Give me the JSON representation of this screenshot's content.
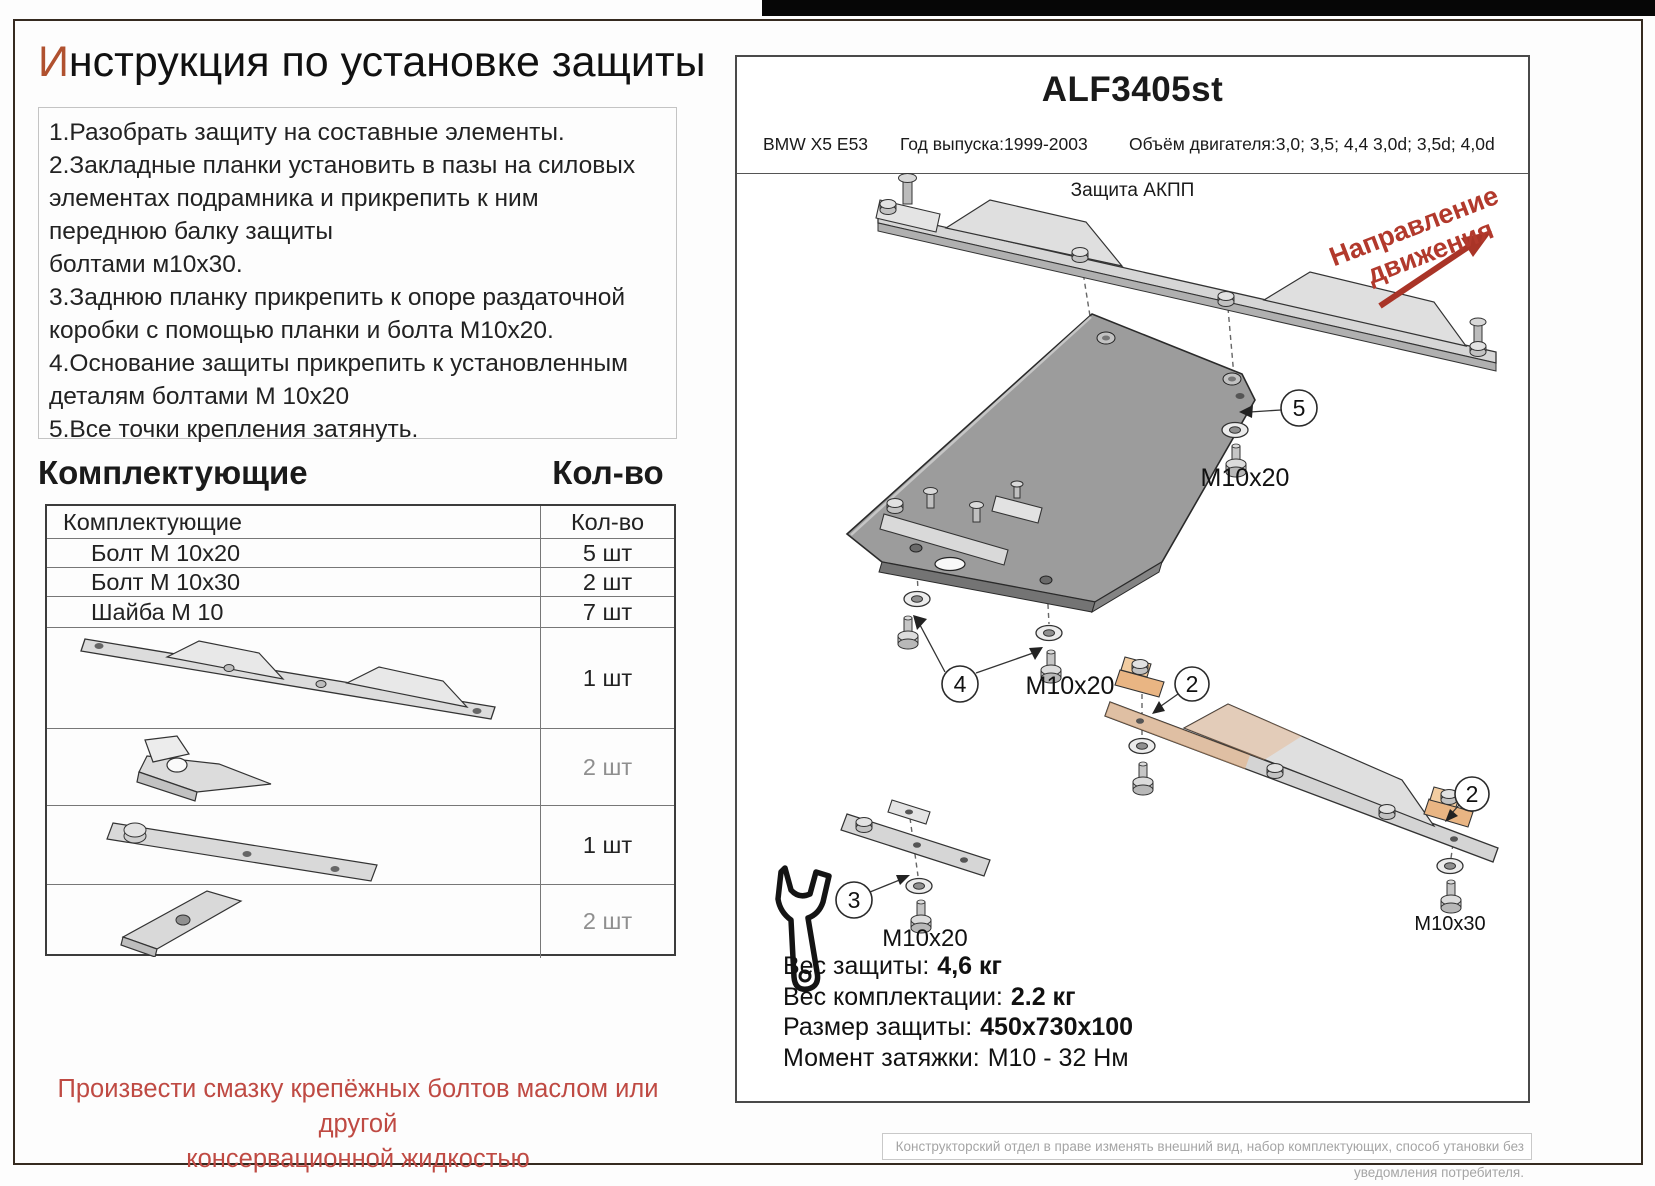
{
  "page": {
    "title_accent": "И",
    "title_rest": "нструкция по установке защиты",
    "instructions": [
      "1.Разобрать защиту на составные элементы.",
      "2.Закладные планки установить в пазы на силовых\nэлементах подрамника и прикрепить к ним\nпереднюю балку защиты\nболтами м10х30.",
      "3.Заднюю планку прикрепить к опоре раздаточной\nкоробки с помощью планки и болта М10х20.",
      "4.Основание защиты прикрепить к установленным\nдеталям болтами М 10х20",
      "5.Все точки крепления затянуть."
    ],
    "components_header": "Комплектующие",
    "qty_header": "Кол-во",
    "table": {
      "col1": "Комплектующие",
      "col2": "Кол-во",
      "rows": [
        {
          "name": "Болт М 10х20",
          "qty": "5 шт"
        },
        {
          "name": "Болт М 10х30",
          "qty": "2 шт"
        },
        {
          "name": "Шайба М 10",
          "qty": "7 шт"
        },
        {
          "name": "",
          "qty": "1 шт"
        },
        {
          "name": "",
          "qty": "2 шт"
        },
        {
          "name": "",
          "qty": "1 шт"
        },
        {
          "name": "",
          "qty": "2 шт"
        }
      ]
    },
    "warning": "Произвести смазку крепёжных болтов маслом или другой\nконсервационной жидкостью"
  },
  "panel": {
    "part_number": "ALF3405st",
    "car": "BMW X5 E53",
    "year": "Год выпуска:1999-2003",
    "engine": "Объём двигателя:3,0; 3,5; 4,4 3,0d; 3,5d; 4,0d",
    "diagram_title": "Защита АКПП",
    "direction_line1": "Направление",
    "direction_line2": "движения",
    "callouts": {
      "c5": "5",
      "c4": "4",
      "c2_top": "2",
      "c3": "3",
      "c2_bottom": "2"
    },
    "bolt_labels": {
      "top": "M10x20",
      "middle": "M10x20",
      "lower": "M10x20",
      "rear": "M10x30"
    },
    "specs": [
      {
        "label": "Вес защиты:",
        "value": "4,6 кг"
      },
      {
        "label": "Вес комплектации:",
        "value": "2.2 кг"
      },
      {
        "label": "Размер защиты:",
        "value": "450x730x100"
      },
      {
        "label": "Момент затяжки:",
        "value": "М10 - 32 Нм"
      }
    ],
    "footer": "Конструкторский отдел в праве изменять внешний вид, набор комплектующих, способ утановки без уведомления потребителя."
  }
}
